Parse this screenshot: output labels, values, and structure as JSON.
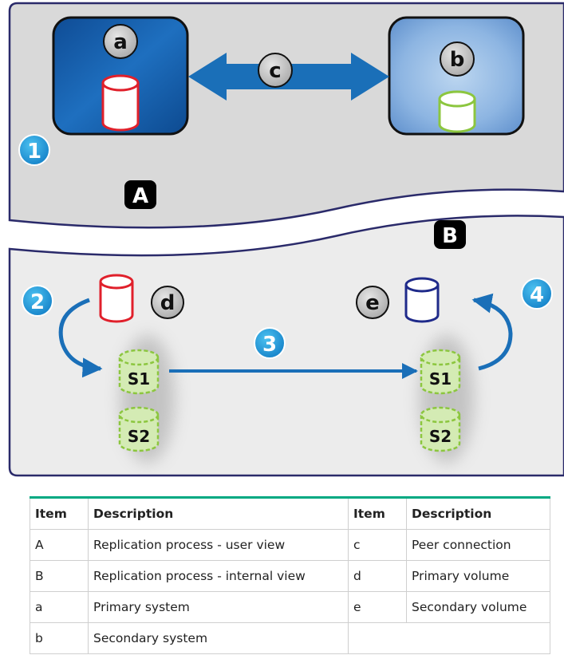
{
  "labels": {
    "section_a": "A",
    "section_b": "B",
    "primary_system": "a",
    "secondary_system": "b",
    "peer_connection": "c",
    "primary_volume": "d",
    "secondary_volume": "e",
    "step1": "1",
    "step2": "2",
    "step3": "3",
    "step4": "4",
    "snap_s1_left": "S1",
    "snap_s2_left": "S2",
    "snap_s1_right": "S1",
    "snap_s2_right": "S2"
  },
  "table": {
    "header": {
      "item1": "Item",
      "desc1": "Description",
      "item2": "Item",
      "desc2": "Description"
    },
    "rows": [
      {
        "item1": "A",
        "desc1": "Replication process - user view",
        "item2": "c",
        "desc2": "Peer connection"
      },
      {
        "item1": "B",
        "desc1": "Replication process - internal view",
        "item2": "d",
        "desc2": "Primary volume"
      },
      {
        "item1": "a",
        "desc1": "Primary system",
        "item2": "e",
        "desc2": "Secondary volume"
      },
      {
        "item1": "b",
        "desc1": "Secondary system",
        "item2": "",
        "desc2": ""
      }
    ]
  },
  "colors": {
    "primary_volume": "#e0202b",
    "secondary_volume_top": "#8cc63f",
    "secondary_volume_bottom": "#1f2a8a",
    "step_badge": "#1ea0dc",
    "arrow": "#1a6fb8",
    "panel": "#d9d9d9",
    "panel_border": "#2a2a6a",
    "table_accent": "#00a982"
  }
}
